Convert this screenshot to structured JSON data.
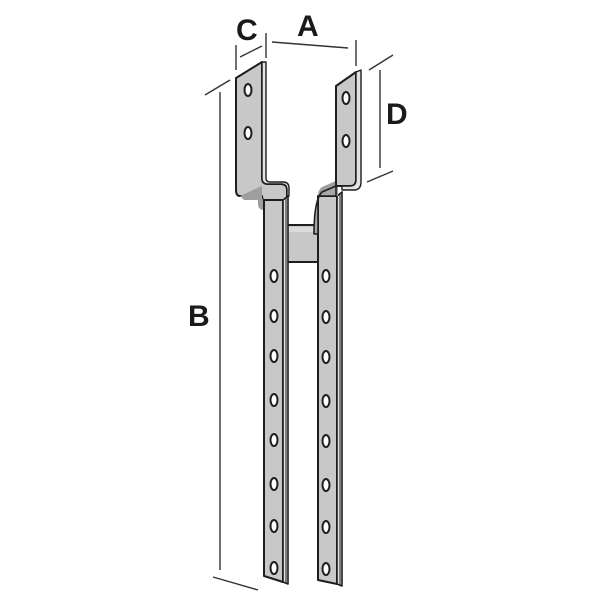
{
  "diagram": {
    "subject": "U-shaped metal post base bracket with two upright slotted straps and connecting cross plate",
    "dimensions": {
      "A": {
        "label": "A",
        "meaning": "inner width between the two top flanges"
      },
      "B": {
        "label": "B",
        "meaning": "overall height of the bracket"
      },
      "C": {
        "label": "C",
        "meaning": "width of a top flange"
      },
      "D": {
        "label": "D",
        "meaning": "height of the top flange"
      }
    },
    "top_flanges": {
      "count": 2,
      "holes_per_flange": 2
    },
    "lower_straps": {
      "count": 2,
      "holes_per_strap": 8
    },
    "colors": {
      "metal_face": "#c8c8c8",
      "metal_shadow": "#9e9e9e",
      "metal_edge": "#e2e2e2",
      "outline": "#1e1e1e",
      "dimension_line": "#333333",
      "label": "#1a1a1a",
      "background": "#ffffff"
    }
  }
}
